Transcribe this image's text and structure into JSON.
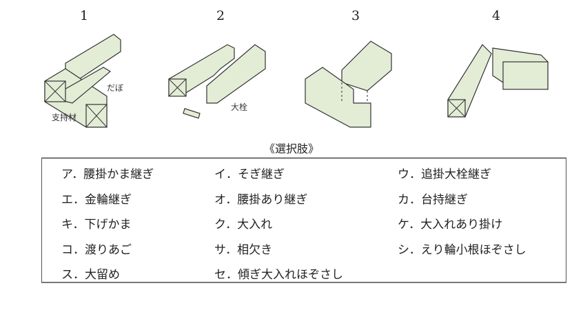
{
  "figures": [
    {
      "number": "1",
      "labels": [
        "だぼ",
        "支持材"
      ]
    },
    {
      "number": "2",
      "labels": [
        "大栓"
      ]
    },
    {
      "number": "3",
      "labels": []
    },
    {
      "number": "4",
      "labels": []
    }
  ],
  "choices_title": "《選択肢》",
  "choices": [
    [
      "ア．腰掛かま継ぎ",
      "イ．そぎ継ぎ",
      "ウ．追掛大栓継ぎ"
    ],
    [
      "エ．金輪継ぎ",
      "オ．腰掛あり継ぎ",
      "カ．台持継ぎ"
    ],
    [
      "キ．下げかま",
      "ク．大入れ",
      "ケ．大入れあり掛け"
    ],
    [
      "コ．渡りあご",
      "サ．相欠き",
      "シ．えり輪小根ほぞさし"
    ],
    [
      "ス．大留め",
      "セ．傾ぎ大入れほぞさし",
      ""
    ]
  ]
}
